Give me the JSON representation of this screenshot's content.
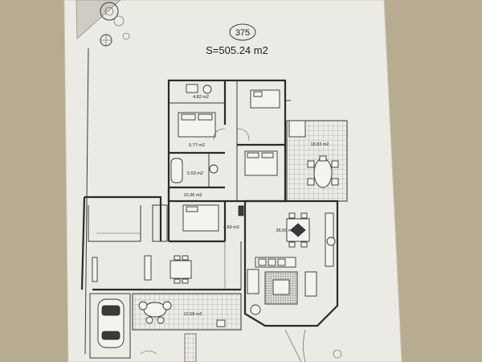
{
  "plan": {
    "lot_number": "375",
    "total_area": "S=505.24  m2",
    "rooms": [
      {
        "id": "bath-small",
        "area": "4.82 m2"
      },
      {
        "id": "bedroom-1",
        "area": "5.77 m2"
      },
      {
        "id": "bathroom",
        "area": "5.53 m2"
      },
      {
        "id": "bedroom-2",
        "area": "10.36 m2"
      },
      {
        "id": "terrace-east",
        "area": "18.83 m2"
      },
      {
        "id": "hall",
        "area": "4.89 m2"
      },
      {
        "id": "living-room",
        "area": "36.50 m2"
      },
      {
        "id": "terrace-south",
        "area": "12.58 m2"
      }
    ]
  },
  "colors": {
    "paper": "#eceae4",
    "ink": "#2a2a2a",
    "background": "#b7ab90"
  }
}
